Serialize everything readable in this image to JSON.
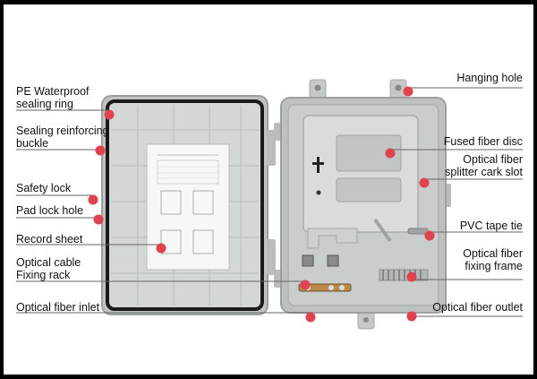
{
  "colors": {
    "marker": "#e0434f",
    "leader_line": "#666666",
    "enclosure_gray": "#c9cdcc",
    "border": "#000000"
  },
  "labels": {
    "pe_waterproof": "PE Waterproof\nsealing ring",
    "sealing_buckle": "Sealing reinforcing\nbuckle",
    "safety_lock": "Safety lock",
    "pad_lock_hole": "Pad lock hole",
    "record_sheet": "Record sheet",
    "optical_cable_rack": "Optical cable\nFixing rack",
    "optical_fiber_inlet": "Optical fiber inlet",
    "hanging_hole": "Hanging hole",
    "fused_fiber_disc": "Fused fiber disc",
    "splitter_slot": "Optical fiber\nsplitter cark slot",
    "pvc_tape_tie": "PVC tape tie",
    "fiber_fixing_frame": "Optical fiber\nfixing frame",
    "optical_fiber_outlet": "Optical fiber outlet"
  }
}
